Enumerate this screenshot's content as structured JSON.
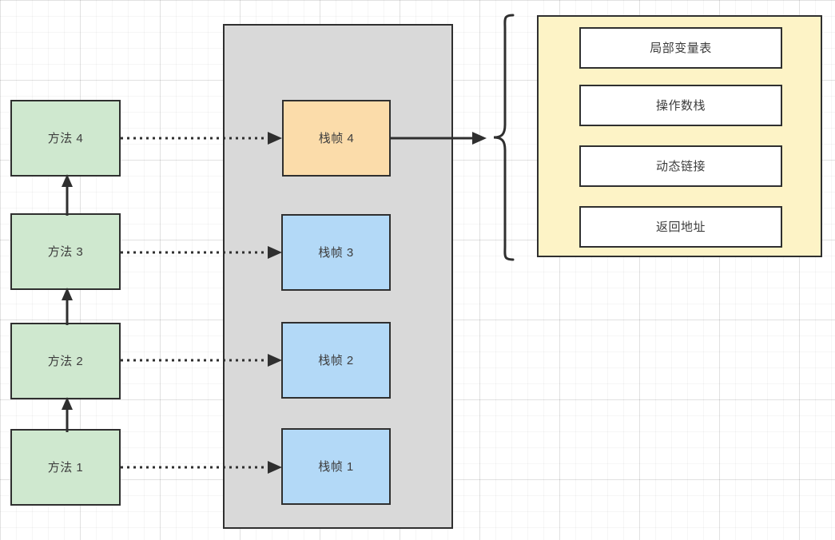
{
  "diagram": {
    "title": "JVM method call stack frame diagram",
    "colors": {
      "green": "#cfe8cf",
      "blue": "#b3d9f7",
      "orange": "#fbdcaa",
      "gray_panel": "#d9d9d9",
      "yellow_panel": "#fdf3c6",
      "white": "#ffffff",
      "stroke": "#2f2f2f",
      "grid": "#e6e6e6"
    },
    "methods": [
      {
        "label": "方法 4"
      },
      {
        "label": "方法 3"
      },
      {
        "label": "方法 2"
      },
      {
        "label": "方法 1"
      }
    ],
    "stack_frames": [
      {
        "label": "栈帧 4",
        "style": "orange"
      },
      {
        "label": "栈帧 3",
        "style": "blue"
      },
      {
        "label": "栈帧 2",
        "style": "blue"
      },
      {
        "label": "栈帧 1",
        "style": "blue"
      }
    ],
    "frame_detail": [
      {
        "label": "局部变量表"
      },
      {
        "label": "操作数栈"
      },
      {
        "label": "动态链接"
      },
      {
        "label": "返回地址"
      }
    ],
    "connectors": {
      "method_call_arrows": [
        {
          "from": "方法 1",
          "to": "方法 2",
          "style": "solid-arrow-up"
        },
        {
          "from": "方法 2",
          "to": "方法 3",
          "style": "solid-arrow-up"
        },
        {
          "from": "方法 3",
          "to": "方法 4",
          "style": "solid-arrow-up"
        }
      ],
      "method_to_frame_arrows": [
        {
          "from": "方法 4",
          "to": "栈帧 4",
          "style": "dotted-arrow-right"
        },
        {
          "from": "方法 3",
          "to": "栈帧 3",
          "style": "dotted-arrow-right"
        },
        {
          "from": "方法 2",
          "to": "栈帧 2",
          "style": "dotted-arrow-right"
        },
        {
          "from": "方法 1",
          "to": "栈帧 1",
          "style": "dotted-arrow-right"
        }
      ],
      "frame_expand_arrow": {
        "from": "栈帧 4",
        "to": "brace",
        "style": "solid-arrow-right"
      }
    }
  }
}
